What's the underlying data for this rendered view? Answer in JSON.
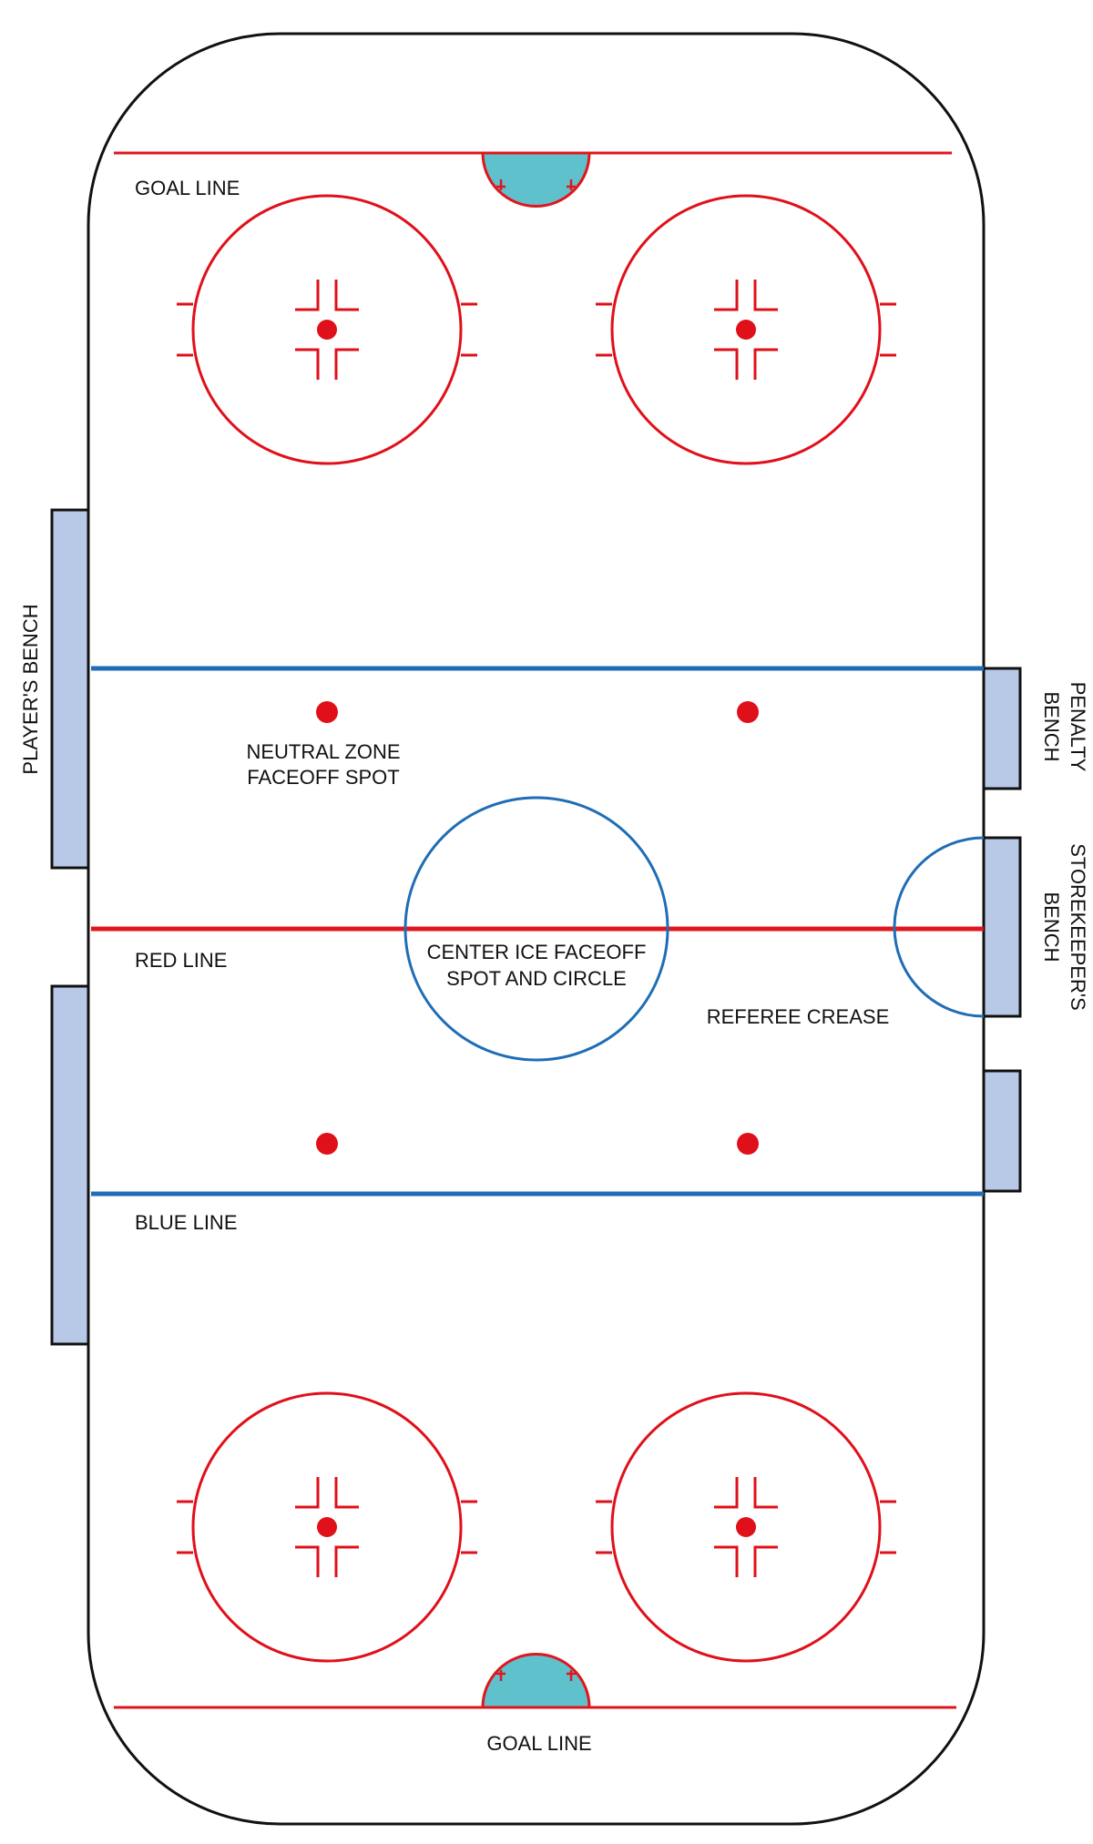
{
  "colors": {
    "boards": "#111111",
    "red_line": "#e0161c",
    "blue_line": "#1f6db5",
    "crease_fill": "#5ec1cc",
    "bench_fill": "#b8c9e8",
    "faceoff_red": "#e0101a"
  },
  "labels": {
    "goal_line_top": "GOAL LINE",
    "goal_line_bottom": "GOAL LINE",
    "players_bench": "PLAYER'S BENCH",
    "penalty_bench_1": "PENALTY",
    "penalty_bench_2": "BENCH",
    "storekeeper_bench_1": "STOREKEEPER'S",
    "storekeeper_bench_2": "BENCH",
    "neutral_zone_1": "NEUTRAL ZONE",
    "neutral_zone_2": "FACEOFF SPOT",
    "red_line": "RED LINE",
    "center_ice_1": "CENTER ICE FACEOFF",
    "center_ice_2": "SPOT AND CIRCLE",
    "referee_crease": "REFEREE CREASE",
    "blue_line": "BLUE LINE"
  }
}
